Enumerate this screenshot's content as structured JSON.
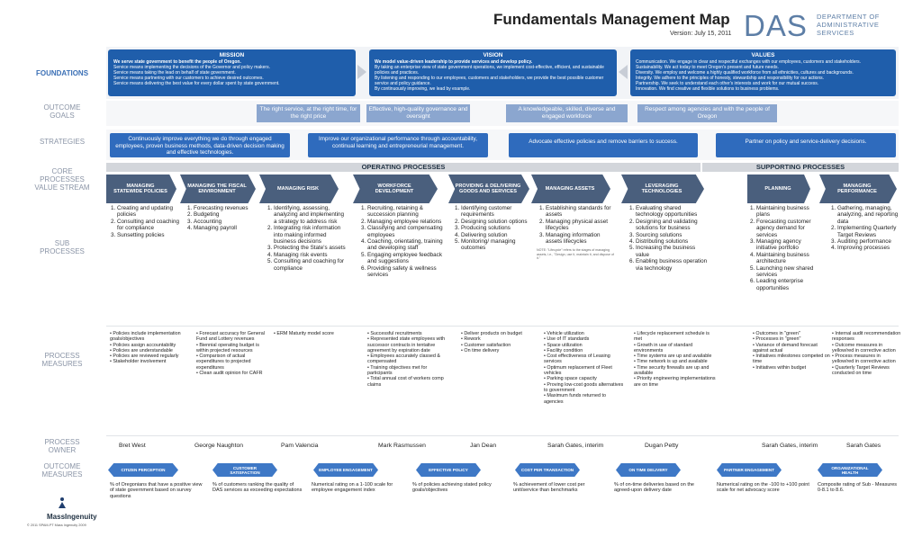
{
  "header": {
    "title": "Fundamentals Management Map",
    "version": "Version: July 15, 2011",
    "logo_text": "DAS",
    "logo_sub": [
      "DEPARTMENT OF",
      "ADMINISTRATIVE",
      "SERVICES"
    ]
  },
  "rows": {
    "foundations": "FOUNDATIONS",
    "outcome_goals": [
      "OUTCOME",
      "GOALS"
    ],
    "strategies": "STRATEGIES",
    "core": [
      "CORE",
      "PROCESSES",
      "VALUE STREAM"
    ],
    "sub": [
      "SUB",
      "PROCESSES"
    ],
    "measures": [
      "PROCESS",
      "MEASURES"
    ],
    "owner": [
      "PROCESS",
      "OWNER"
    ],
    "outcome_measures": [
      "OUTCOME",
      "MEASURES"
    ]
  },
  "foundations": {
    "mission": {
      "title": "MISSION",
      "intro": "We serve state government to benefit the people of Oregon.",
      "items": [
        "Service means implementing the decisions of the Governor and policy makers.",
        "Service means taking the lead on behalf of state government.",
        "Service means partnering with our customers to achieve desired outcomes.",
        "Service means delivering the best value for every dollar spent by state government."
      ]
    },
    "vision": {
      "title": "VISION",
      "intro": "We model value-driven leadership to provide services and develop policy.",
      "items": [
        "By taking an enterprise view of state government operations, we implement cost-effective, efficient, and sustainable policies and practices.",
        "By listening and responding to our employees, customers and stakeholders, we provide the best possible customer service and policy guidance.",
        "By continuously improving, we lead by example."
      ]
    },
    "values": {
      "title": "VALUES",
      "items": [
        "Communication. We engage in clear and respectful exchanges with our employees, customers and stakeholders.",
        "Sustainability. We act today to meet Oregon's present and future needs.",
        "Diversity. We employ and welcome a highly qualified workforce from all ethnicities, cultures and backgrounds.",
        "Integrity. We adhere to the principles of honesty, stewardship and responsibility for our actions.",
        "Partnership. We seek to understand each other's interests and work for our mutual success.",
        "Innovation. We find creative and flexible solutions to business problems."
      ]
    }
  },
  "goals": [
    "The right service, at the right time, for the right price",
    "Effective, high-quality governance and oversight",
    "A knowledgeable, skilled, diverse and engaged workforce",
    "Respect among agencies and with the people of Oregon"
  ],
  "strategies": [
    "Continuously improve everything we do through engaged employees, proven business methods, data-driven decision making and effective technologies.",
    "Improve our organizational performance through accountability, continual learning and entrepreneurial management.",
    "Advocate effective policies and remove barriers to success.",
    "Partner on policy and service-delivery decisions."
  ],
  "process_bars": {
    "operating": "OPERATING PROCESSES",
    "supporting": "SUPPORTING PROCESSES"
  },
  "columns": [
    {
      "name": "MANAGING STATEWIDE POLICIES",
      "sub": [
        "Creating and updating policies",
        "Consulting and coaching for compliance",
        "Sunsetting policies"
      ],
      "measures": [
        "Policies include implementation goals/objectives",
        "Policies assign accountability",
        "Policies are understandable",
        "Policies are reviewed regularly",
        "Stakeholder involvement"
      ],
      "owner": "Bret West",
      "outcome_head": "CITIZEN PERCEPTION",
      "outcome": "% of Oregonians that have a positive view of state government based on survey questions"
    },
    {
      "name": "MANAGING THE FISCAL ENVIRONMENT",
      "sub": [
        "Forecasting revenues",
        "Budgeting",
        "Accounting",
        "Managing payroll"
      ],
      "measures": [
        "Forecast accuracy for General Fund and Lottery revenues",
        "Biennial operating budget is within projected resources",
        "Comparison of actual expenditures to projected expenditures",
        "Clean audit opinion for CAFR"
      ],
      "owner": "George Naughton",
      "outcome_head": "CUSTOMER SATISFACTION",
      "outcome": "% of customers ranking the quality of DAS services as exceeding expectations"
    },
    {
      "name": "MANAGING RISK",
      "sub": [
        "Identifying, assessing, analyzing and implementing a strategy to address risk",
        "Integrating risk information into making informed business decisions",
        "Protecting the State's assets",
        "Managing risk events",
        "Consulting and coaching for compliance"
      ],
      "measures": [
        "ERM Maturity model score"
      ],
      "owner": "Pam Valencia",
      "outcome_head": "EMPLOYEE ENGAGEMENT",
      "outcome": "Numerical rating on a 1-100 scale for employee engagement index"
    },
    {
      "name": "WORKFORCE DEVELOPMENT",
      "sub": [
        "Recruiting, retaining & succession planning",
        "Managing employee relations",
        "Classifying and compensating employees",
        "Coaching, orientating, training and developing staff",
        "Engaging employee feedback and suggestions",
        "Providing safety & wellness services"
      ],
      "measures": [
        "Successful recruitments",
        "Represented state employees with successor contracts in tentative agreement by expiration date",
        "Employees accurately classed & compensated",
        "Training objectives met for participants",
        "Total annual cost of workers comp claims"
      ],
      "owner": "Mark Rasmussen",
      "outcome_head": "EFFECTIVE POLICY",
      "outcome": "% of policies achieving stated policy goals/objectives"
    },
    {
      "name": "PROVIDING & DELIVERING GOODS AND SERVICES",
      "sub": [
        "Identifying customer requirements",
        "Designing solution options",
        "Producing solutions",
        "Delivering solution",
        "Monitoring/ managing outcomes"
      ],
      "measures": [
        "Deliver products on budget",
        "Rework",
        "Customer satisfaction",
        "On time delivery"
      ],
      "owner": "Jan Dean",
      "outcome_head": "COST PER TRANSACTION",
      "outcome": "% achievement of lower cost per unit/service than benchmarks"
    },
    {
      "name": "MANAGING ASSETS",
      "sub": [
        "Establishing standards for assets",
        "Managing physical asset lifecycles",
        "Managing information assets lifecycles"
      ],
      "note": "NOTE: \"Lifecycle\" refers to the stages of managing assets, i.e., \"Design, use it, maintain it, and dispose of it.\"",
      "measures": [
        "Vehicle utilization",
        "Use of IT standards",
        "Space utilization",
        "Facility condition",
        "Cost effectiveness of Leasing services",
        "Optimum replacement of Fleet vehicles",
        "Parking space capacity",
        "Proving low-cost goods alternatives to government",
        "Maximum funds returned to agencies"
      ],
      "owner": "Sarah Gates, interim",
      "outcome_head": "ON TIME DELIVERY",
      "outcome": "% of on-time deliveries based on the agreed-upon delivery date"
    },
    {
      "name": "LEVERAGING TECHNOLOGIES",
      "sub": [
        "Evaluating shared technology opportunities",
        "Designing and validating solutions for business",
        "Sourcing solutions",
        "Distributing solutions",
        "Increasing the business value",
        "Enabling business operation via technology"
      ],
      "measures": [
        "Lifecycle replacement schedule is met",
        "Growth in use of standard environments",
        "Time systems are up and available",
        "Time network is up and available",
        "Time security firewalls are up and available",
        "Priority engineering implementations are on time"
      ],
      "owner": "Dugan  Petty",
      "outcome_head": "PARTNER ENGAGEMENT",
      "outcome": "Numerical rating on the -100 to +100 point scale for net advocacy score"
    },
    {
      "name": "PLANNING",
      "sub": [
        "Maintaining business plans",
        "Forecasting customer agency demand for services",
        "Managing agency initiative portfolio",
        "Maintaining business architecture",
        "Launching new shared services",
        "Leading enterprise opportunities"
      ],
      "measures": [
        "Outcomes in \"green\"",
        "Processes in \"green\"",
        "Variance of demand forecast against actual",
        "Initiatives milestones competed on time",
        "Initiatives within budget"
      ],
      "owner": "Sarah Gates, interim",
      "outcome_head": "",
      "outcome": ""
    },
    {
      "name": "MANAGING PERFORMANCE",
      "sub": [
        "Gathering, managing, analyzing, and reporting data",
        "Implementing Quarterly Target Reviews",
        "Auditing performance",
        "Improving processes"
      ],
      "measures": [
        "Internal audit recommendation responses",
        "Outcome measures in yellow/red in corrective action",
        "Process measures in yellow/red in corrective action",
        "Quarterly Target Reviews conducted on time"
      ],
      "owner": "Sarah Gates",
      "outcome_head": "ORGANIZATIONAL HEALTH",
      "outcome": "Composite rating of Sub - Measures 0-8.1 to 8.6."
    }
  ],
  "footer": {
    "brand": "MassIngenuity",
    "copyright": "© 2011 SPAM-PT Mass Ingenuity 2009"
  },
  "colors": {
    "primary_blue": "#1f5eab",
    "goal_blue": "#8ba6cf",
    "chevron": "#4a5f7d",
    "label_gray": "#8a94a6"
  }
}
